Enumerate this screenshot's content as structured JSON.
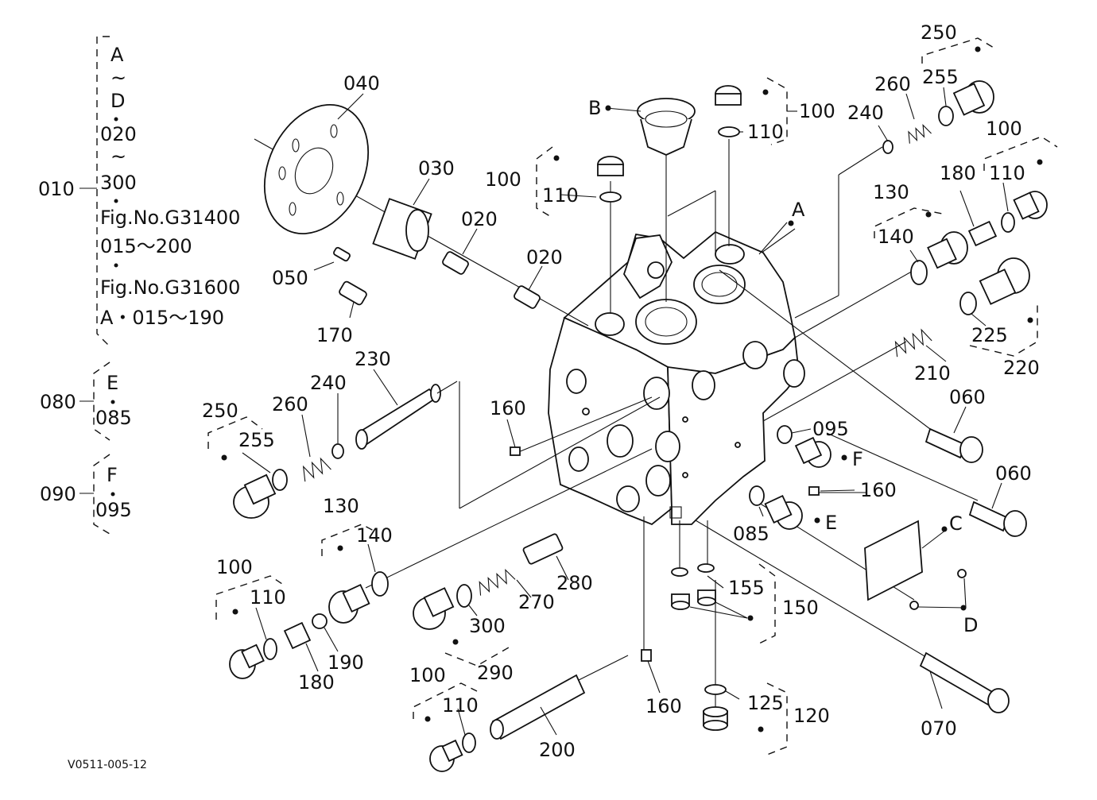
{
  "diagram": {
    "reference_code": "V0511-005-12",
    "legend": {
      "group_010": {
        "number": "010",
        "lines": [
          "A",
          "~",
          "D",
          "020",
          "~",
          "300",
          "Fig.No.G31400",
          "015～200",
          "Fig.No.G31600",
          "A・015～190"
        ]
      },
      "group_080": {
        "number": "080",
        "lines": [
          "E",
          "085"
        ]
      },
      "group_090": {
        "number": "090",
        "lines": [
          "F",
          "095"
        ]
      }
    },
    "callouts": [
      {
        "id": "c040",
        "text": "040"
      },
      {
        "id": "c030",
        "text": "030"
      },
      {
        "id": "c020a",
        "text": "020"
      },
      {
        "id": "c020b",
        "text": "020"
      },
      {
        "id": "c050",
        "text": "050"
      },
      {
        "id": "c170",
        "text": "170"
      },
      {
        "id": "c230",
        "text": "230"
      },
      {
        "id": "c240a",
        "text": "240"
      },
      {
        "id": "c250a",
        "text": "250"
      },
      {
        "id": "c260a",
        "text": "260"
      },
      {
        "id": "c255a",
        "text": "255"
      },
      {
        "id": "c160a",
        "text": "160"
      },
      {
        "id": "c130a",
        "text": "130"
      },
      {
        "id": "c140a",
        "text": "140"
      },
      {
        "id": "c100a",
        "text": "100"
      },
      {
        "id": "c110a",
        "text": "110"
      },
      {
        "id": "c180a",
        "text": "180"
      },
      {
        "id": "c190",
        "text": "190"
      },
      {
        "id": "c280",
        "text": "280"
      },
      {
        "id": "c270",
        "text": "270"
      },
      {
        "id": "c300",
        "text": "300"
      },
      {
        "id": "c290",
        "text": "290"
      },
      {
        "id": "c100b",
        "text": "100"
      },
      {
        "id": "c110b",
        "text": "110"
      },
      {
        "id": "c200",
        "text": "200"
      },
      {
        "id": "c160b",
        "text": "160"
      },
      {
        "id": "cB",
        "text": "B"
      },
      {
        "id": "c100c",
        "text": "100"
      },
      {
        "id": "c110c",
        "text": "110"
      },
      {
        "id": "c100d",
        "text": "100"
      },
      {
        "id": "c110d",
        "text": "110"
      },
      {
        "id": "cA",
        "text": "A"
      },
      {
        "id": "c250b",
        "text": "250"
      },
      {
        "id": "c255b",
        "text": "255"
      },
      {
        "id": "c260b",
        "text": "260"
      },
      {
        "id": "c240b",
        "text": "240"
      },
      {
        "id": "c100e",
        "text": "100"
      },
      {
        "id": "c110e",
        "text": "110"
      },
      {
        "id": "c180b",
        "text": "180"
      },
      {
        "id": "c130b",
        "text": "130"
      },
      {
        "id": "c140b",
        "text": "140"
      },
      {
        "id": "c225",
        "text": "225"
      },
      {
        "id": "c220",
        "text": "220"
      },
      {
        "id": "c210",
        "text": "210"
      },
      {
        "id": "c060a",
        "text": "060"
      },
      {
        "id": "c060b",
        "text": "060"
      },
      {
        "id": "c095",
        "text": "095"
      },
      {
        "id": "cF",
        "text": "F"
      },
      {
        "id": "c160c",
        "text": "160"
      },
      {
        "id": "c085",
        "text": "085"
      },
      {
        "id": "cE",
        "text": "E"
      },
      {
        "id": "cC",
        "text": "C"
      },
      {
        "id": "cD",
        "text": "D"
      },
      {
        "id": "c155",
        "text": "155"
      },
      {
        "id": "c150",
        "text": "150"
      },
      {
        "id": "c125",
        "text": "125"
      },
      {
        "id": "c120",
        "text": "120"
      },
      {
        "id": "c070",
        "text": "070"
      }
    ]
  }
}
